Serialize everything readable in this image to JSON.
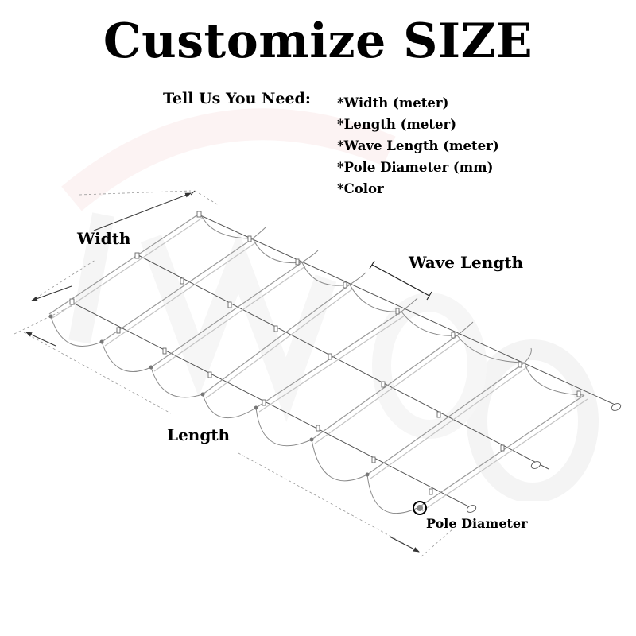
{
  "title": "Customize SIZE",
  "requirements": {
    "label": "Tell Us You Need:",
    "items": [
      "*Width (meter)",
      "*Length (meter)",
      "*Wave Length (meter)",
      "*Pole Diameter (mm)",
      "*Color"
    ]
  },
  "diagram": {
    "labels": {
      "width": "Width",
      "wave_length": "Wave Length",
      "length": "Length",
      "pole_diameter": "Pole Diameter"
    },
    "pole_count": 8,
    "cable_count": 3,
    "colors": {
      "line": "#555555",
      "pole": "#9a9a9a",
      "fabric": "#8a8a8a",
      "dimension": "#333333",
      "watermark": "#f4eeee"
    }
  }
}
